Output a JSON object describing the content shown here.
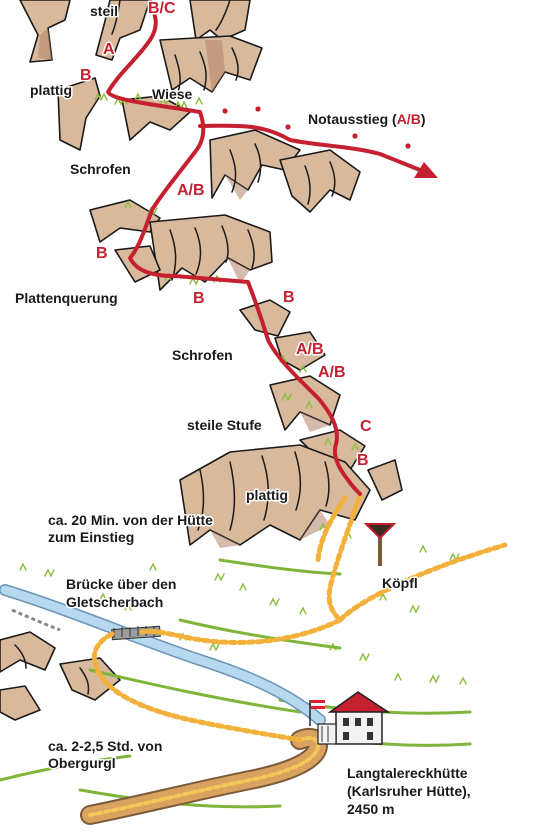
{
  "colors": {
    "route": "#c4202f",
    "path_dots": "#f2b13a",
    "rock": "#d9b99b",
    "rock_shade": "#b08466",
    "grass": "#8cbf3f",
    "creek": "#b7d9f0",
    "road": "#d9a25f"
  },
  "labels": {
    "steil": "steil",
    "plattig_top": "plattig",
    "wiese": "Wiese",
    "notausstieg": "Notausstieg (",
    "notausstieg_grade": "A/B",
    "notausstieg_close": ")",
    "schrofen_1": "Schrofen",
    "plattenquerung": "Plattenquerung",
    "schrofen_2": "Schrofen",
    "steile_stufe": "steile Stufe",
    "plattig_low": "plattig",
    "einstieg_1": "ca. 20 Min. von der Hütte",
    "einstieg_2": "zum Einstieg",
    "koepfl": "Köpfl",
    "bruecke_1": "Brücke über den",
    "bruecke_2": "Gletscherbach",
    "obergurgl_1": "ca. 2-2,5 Std. von",
    "obergurgl_2": "Obergurgl",
    "huette_1": "Langtalereckhütte",
    "huette_2": "(Karlsruher Hütte),",
    "huette_3": "2450 m"
  },
  "grades": {
    "g1": "B/C",
    "g2": "A",
    "g3": "B",
    "g4": "A/B",
    "g5": "B",
    "g6": "B",
    "g7": "B",
    "g8": "A/B",
    "g9": "A/B",
    "g10": "C",
    "g11": "B"
  },
  "icons": {
    "flag": "austria-flag-icon",
    "hut": "hut-icon",
    "signpost": "summit-sign-icon",
    "arrow": "exit-arrow-icon"
  }
}
